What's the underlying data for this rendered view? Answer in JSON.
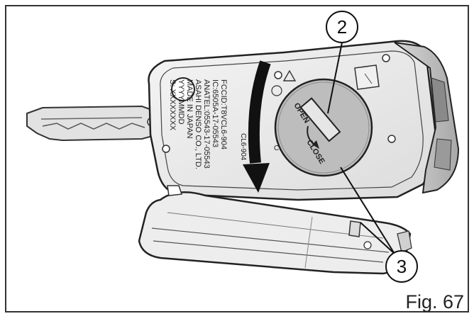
{
  "figure_label": "Fig. 67",
  "callouts": [
    "2",
    "3"
  ],
  "label_lines": [
    "FCCID:T8VCL6-904",
    "IC:6505A-17-05543",
    "ANATEL:05543-17-05543",
    "ASAHI DENSO CO., LTD.",
    "MADE IN JAPAN",
    "YYYYMMDD",
    "S: XXXXXXXX"
  ],
  "model_text": "CL6-904",
  "cl6_label": "CL6",
  "battery_cover": {
    "open_label": "OPEN",
    "close_label": "CLOSE"
  }
}
